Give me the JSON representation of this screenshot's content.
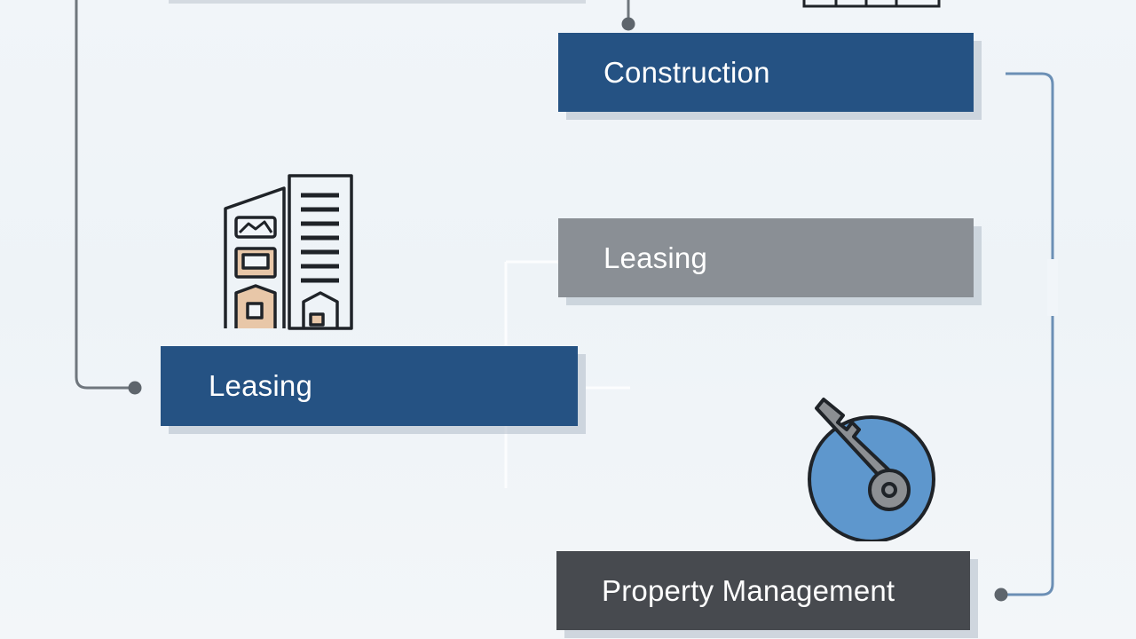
{
  "diagram": {
    "colors": {
      "background": "#f1f5f9",
      "blue_box": "#255283",
      "gray_box": "#8a8f95",
      "dark_box": "#474a4f",
      "connector": "#6f767d",
      "connector_blue": "#7a9cc0",
      "key_circle": "#5e97cd"
    },
    "stages": [
      {
        "label": "Construction",
        "color": "#255283"
      },
      {
        "label": "Leasing",
        "color": "#8a8f95"
      },
      {
        "label": "Leasing",
        "color": "#255283"
      },
      {
        "label": "Property Management",
        "color": "#474a4f"
      }
    ],
    "icons": {
      "building": "building-icon",
      "key": "key-icon"
    }
  }
}
